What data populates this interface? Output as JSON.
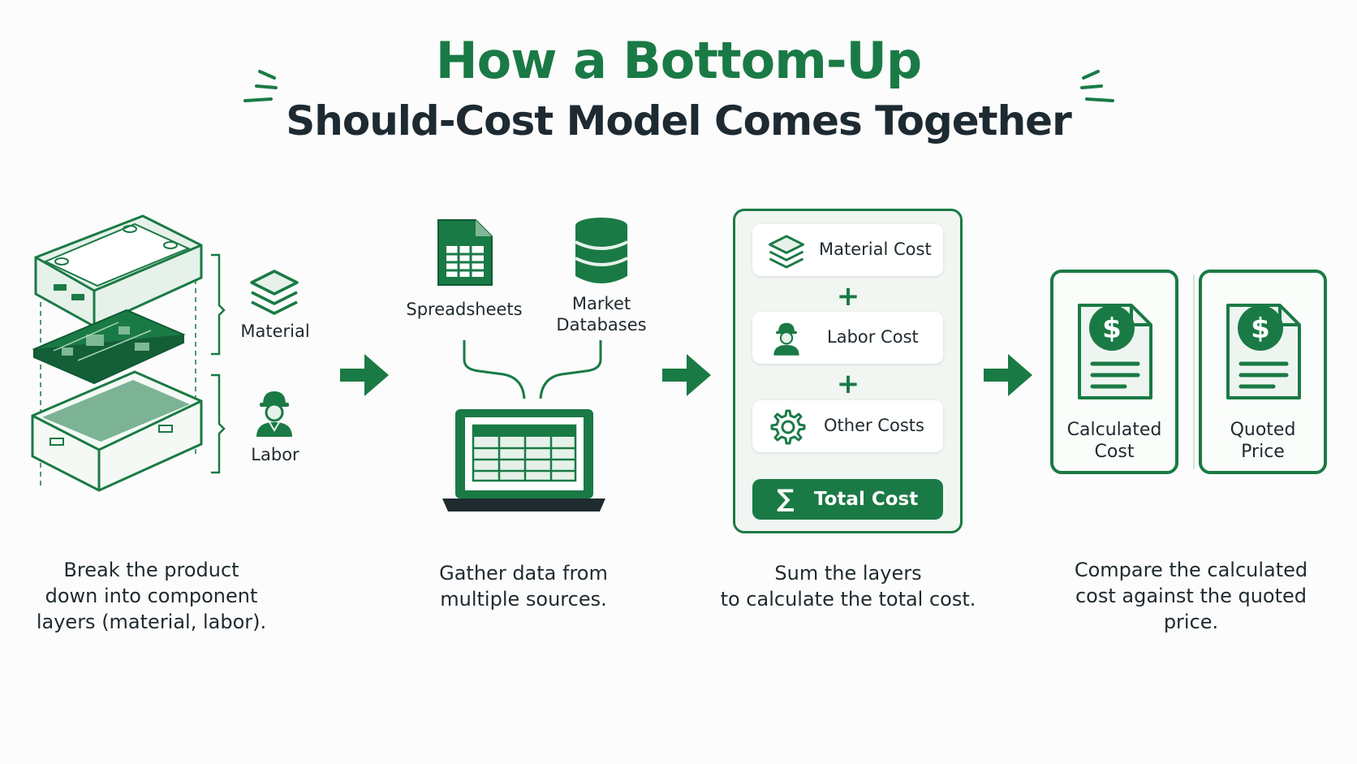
{
  "title": {
    "main": "How a Bottom-Up",
    "sub": "Should-Cost Model Comes Together"
  },
  "step1": {
    "material_label": "Material",
    "labor_label": "Labor",
    "caption_lines": [
      "Break the product",
      "down into component",
      "layers (material, labor)."
    ]
  },
  "step2": {
    "spreadsheets_label": "Spreadsheets",
    "market_label_lines": [
      "Market",
      "Databases"
    ],
    "caption_lines": [
      "Gather data from",
      "multiple sources."
    ]
  },
  "step3": {
    "material_cost": "Material Cost",
    "plus_1": "+",
    "labor_cost": "Labor Cost",
    "plus_2": "+",
    "other_costs": "Other Costs",
    "total_symbol": "∑",
    "total_cost": "Total Cost",
    "caption_lines": [
      "Sum the layers",
      "to calculate the total cost."
    ]
  },
  "step4": {
    "calculated_lines": [
      "Calculated",
      "Cost"
    ],
    "quoted_lines": [
      "Quoted",
      "Price"
    ],
    "dollar_symbol": "$",
    "caption_lines": [
      "Compare the calculated",
      "cost against the quoted",
      "price."
    ]
  },
  "colors": {
    "accent": "#1a7a45",
    "light_accent": "#e6f1ea",
    "text": "#1f2a2f"
  },
  "icons": [
    "sparkle-icon",
    "device-exploded-icon",
    "layers-icon",
    "worker-icon",
    "arrow-right-icon",
    "spreadsheet-icon",
    "database-icon",
    "laptop-icon",
    "gear-icon",
    "sigma-icon",
    "invoice-dollar-icon"
  ]
}
